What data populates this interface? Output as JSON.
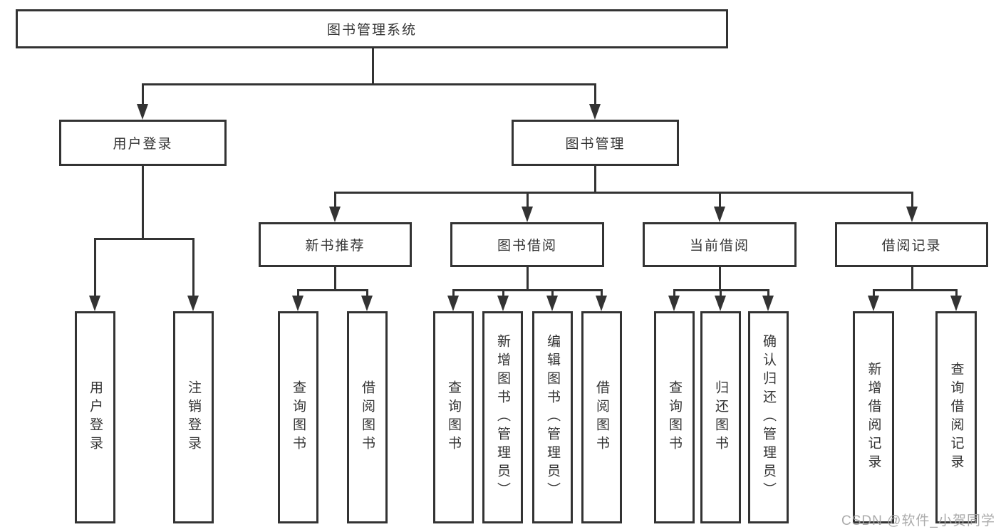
{
  "diagram": {
    "type": "tree",
    "root": {
      "label": "图书管理系统",
      "children": [
        {
          "label": "用户登录",
          "children": [
            {
              "label": "用户登录"
            },
            {
              "label": "注销登录"
            }
          ]
        },
        {
          "label": "图书管理",
          "children": [
            {
              "label": "新书推荐",
              "children": [
                {
                  "label": "查询图书"
                },
                {
                  "label": "借阅图书"
                }
              ]
            },
            {
              "label": "图书借阅",
              "children": [
                {
                  "label": "查询图书"
                },
                {
                  "label": "新增图书（管理员）"
                },
                {
                  "label": "编辑图书（管理员）"
                },
                {
                  "label": "借阅图书"
                }
              ]
            },
            {
              "label": "当前借阅",
              "children": [
                {
                  "label": "查询图书"
                },
                {
                  "label": "归还图书"
                },
                {
                  "label": "确认归还（管理员）"
                }
              ]
            },
            {
              "label": "借阅记录",
              "children": [
                {
                  "label": "新增借阅记录"
                },
                {
                  "label": "查询借阅记录"
                }
              ]
            }
          ]
        }
      ]
    }
  },
  "watermark": "CSDN @软件_小贺同学",
  "colors": {
    "line": "#333333",
    "box_border": "#333333",
    "box_fill": "#ffffff",
    "text": "#333333",
    "watermark": "#a2a2a2",
    "background": "#ffffff"
  }
}
